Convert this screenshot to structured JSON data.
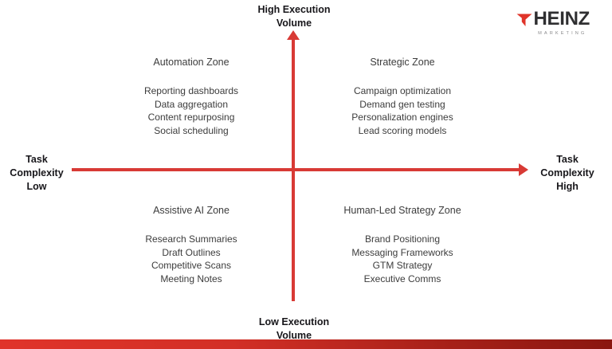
{
  "logo": {
    "mark": "red-chevron-arrow",
    "wordmark": "HEINZ",
    "subtext": "MARKETING",
    "mark_color": "#e0342a",
    "wordmark_color": "#2f2f31"
  },
  "axes": {
    "color": "#d83a35",
    "top_label": "High Execution\nVolume",
    "top_label_line1": "High Execution",
    "top_label_line2": "Volume",
    "bottom_label_line1": "Low Execution",
    "bottom_label_line2": "Volume",
    "left_label_line1": "Task",
    "left_label_line2": "Complexity",
    "left_label_line3": "Low",
    "right_label_line1": "Task",
    "right_label_line2": "Complexity",
    "right_label_line3": "High"
  },
  "quadrants": {
    "top_left": {
      "title": "Automation Zone",
      "items": [
        "Reporting dashboards",
        "Data aggregation",
        "Content repurposing",
        "Social scheduling"
      ]
    },
    "top_right": {
      "title": "Strategic Zone",
      "items": [
        "Campaign optimization",
        "Demand gen testing",
        "Personalization engines",
        "Lead scoring models"
      ]
    },
    "bottom_left": {
      "title": "Assistive AI Zone",
      "items": [
        "Research Summaries",
        "Draft Outlines",
        "Competitive Scans",
        "Meeting Notes"
      ]
    },
    "bottom_right": {
      "title": "Human-Led Strategy Zone",
      "items": [
        "Brand Positioning",
        "Messaging Frameworks",
        "GTM Strategy",
        "Executive Comms"
      ]
    }
  },
  "bottom_bar": {
    "gradient_start": "#e0342a",
    "gradient_end": "#8a1610"
  },
  "chart_data": {
    "type": "scatter",
    "title": "",
    "xlabel": "Task Complexity",
    "ylabel": "Execution Volume",
    "x_axis_low_label": "Task Complexity Low",
    "x_axis_high_label": "Task Complexity High",
    "y_axis_low_label": "Low Execution Volume",
    "y_axis_high_label": "High Execution Volume",
    "grid": false,
    "legend": "none",
    "quadrants": [
      {
        "name": "Automation Zone",
        "x": "low",
        "y": "high",
        "items": [
          "Reporting dashboards",
          "Data aggregation",
          "Content repurposing",
          "Social scheduling"
        ]
      },
      {
        "name": "Strategic Zone",
        "x": "high",
        "y": "high",
        "items": [
          "Campaign optimization",
          "Demand gen testing",
          "Personalization engines",
          "Lead scoring models"
        ]
      },
      {
        "name": "Assistive AI Zone",
        "x": "low",
        "y": "low",
        "items": [
          "Research Summaries",
          "Draft Outlines",
          "Competitive Scans",
          "Meeting Notes"
        ]
      },
      {
        "name": "Human-Led Strategy Zone",
        "x": "high",
        "y": "low",
        "items": [
          "Brand Positioning",
          "Messaging Frameworks",
          "GTM Strategy",
          "Executive Comms"
        ]
      }
    ]
  }
}
